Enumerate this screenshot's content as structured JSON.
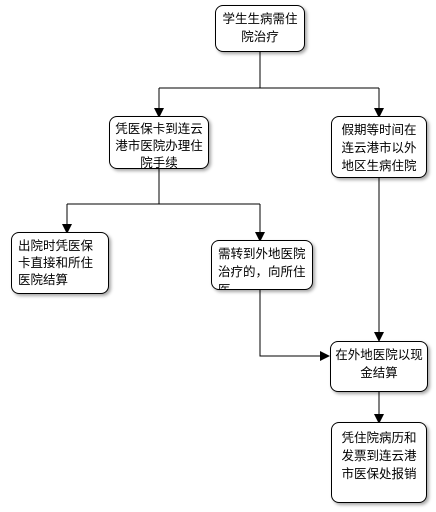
{
  "flowchart": {
    "nodes": {
      "start": "学生生病需住院治疗",
      "card_hospital": "凭医保卡到连云港市医院办理住院手续",
      "outside_area": "假期等时间在连云港市以外地区生病住院",
      "discharge_settle": "出院时凭医保卡直接和所住医院结算",
      "transfer": "需转到外地医院治疗的，向所住医",
      "cash_settle": "在外地医院以现金结算",
      "reimburse": "凭住院病历和发票到连云港市医保处报销"
    },
    "edges": [
      [
        "start",
        "card_hospital"
      ],
      [
        "start",
        "outside_area"
      ],
      [
        "card_hospital",
        "discharge_settle"
      ],
      [
        "card_hospital",
        "transfer"
      ],
      [
        "transfer",
        "cash_settle"
      ],
      [
        "outside_area",
        "cash_settle"
      ],
      [
        "cash_settle",
        "reimburse"
      ]
    ]
  }
}
